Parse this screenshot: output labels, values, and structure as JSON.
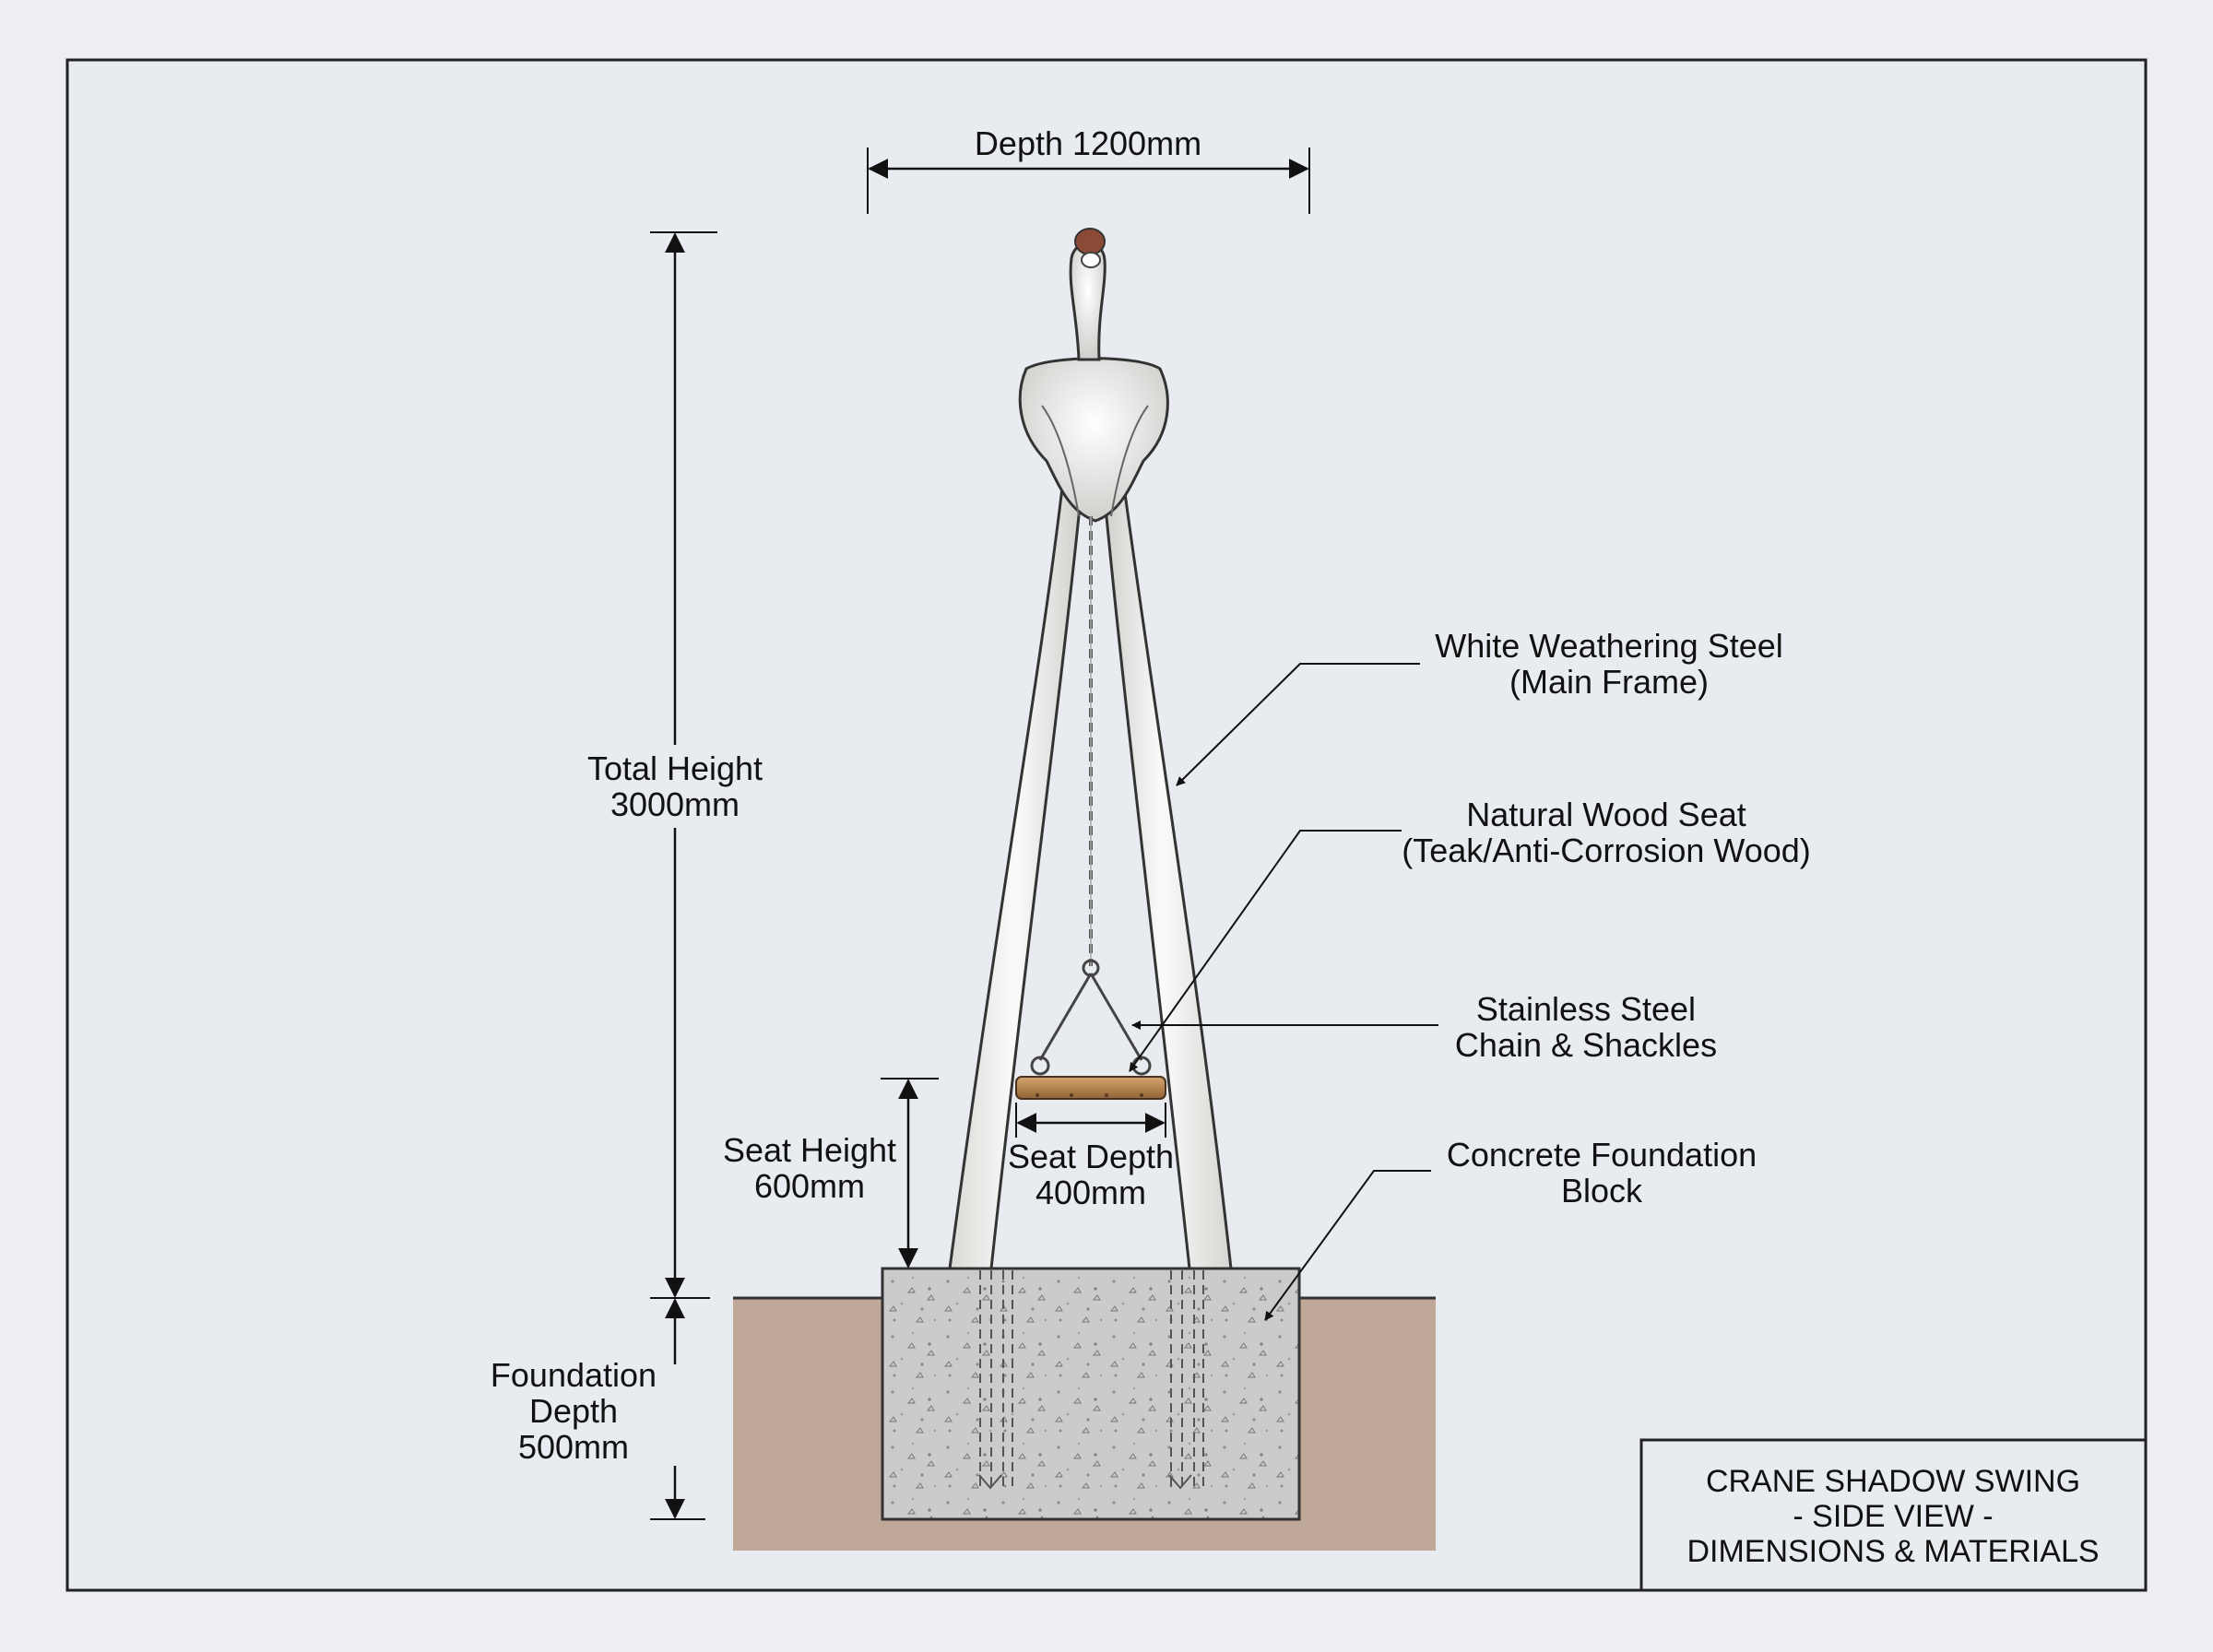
{
  "dimensions": {
    "depth": "Depth 1200mm",
    "total_height": [
      "Total Height",
      "3000mm"
    ],
    "seat_height": [
      "Seat Height",
      "600mm"
    ],
    "seat_depth": [
      "Seat Depth",
      "400mm"
    ],
    "foundation_depth": [
      "Foundation",
      "Depth",
      "500mm"
    ]
  },
  "materials": {
    "steel_frame": [
      "White Weathering Steel",
      "(Main Frame)"
    ],
    "wood_seat": [
      "Natural Wood Seat",
      "(Teak/Anti-Corrosion Wood)"
    ],
    "chain": [
      "Stainless Steel",
      "Chain & Shackles"
    ],
    "foundation": [
      "Concrete Foundation",
      "Block"
    ]
  },
  "title_block": [
    "CRANE SHADOW SWING",
    "- SIDE VIEW -",
    "DIMENSIONS & MATERIALS"
  ],
  "colors": {
    "background": "#e8ebf0",
    "steel": "#f4f4f2",
    "wood": "#b5854f",
    "concrete": "#c9c9c9",
    "soil": "#bfa898",
    "crane_head": "#8a4a35"
  }
}
